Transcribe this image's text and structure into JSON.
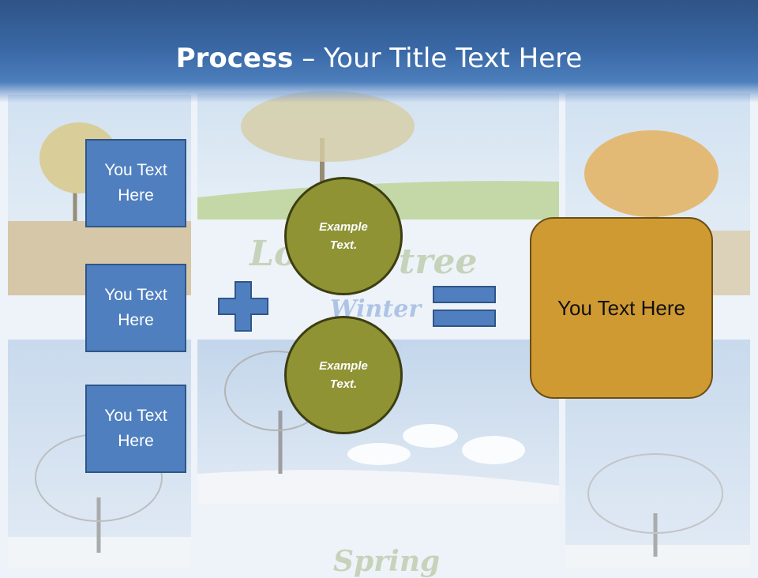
{
  "slide": {
    "title_bold": "Process",
    "title_rest": " – Your Title Text Here",
    "boxes": [
      "You Text Here",
      "You Text Here",
      "You Text Here"
    ],
    "circles": [
      "Example Text.",
      "Example Text."
    ],
    "result": "You Text Here",
    "watermark": {
      "top": "Lo",
      "top_right": "tree",
      "middle": "Winter",
      "bottom": "Spring"
    },
    "colors": {
      "header": "#3a69a6",
      "box_fill": "#4f7fbf",
      "circle_fill": "#8f9334",
      "result_fill": "#d09a32",
      "operator_fill": "#4f7fbf"
    },
    "icons": [
      "plus-icon",
      "equals-icon"
    ]
  }
}
